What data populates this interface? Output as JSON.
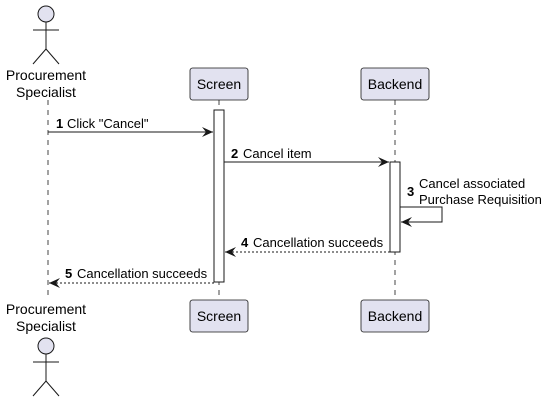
{
  "participants": {
    "actor": {
      "line1": "Procurement",
      "line2": "Specialist"
    },
    "screen": "Screen",
    "backend": "Backend"
  },
  "messages": [
    {
      "num": "1",
      "text": "Click \"Cancel\""
    },
    {
      "num": "2",
      "text": "Cancel item"
    },
    {
      "num": "3",
      "line1": "Cancel associated",
      "line2": "Purchase Requisition"
    },
    {
      "num": "4",
      "text": "Cancellation succeeds"
    },
    {
      "num": "5",
      "text": "Cancellation succeeds"
    }
  ],
  "colors": {
    "participant_fill": "#E2E2F0",
    "participant_border": "#181818",
    "lifeline": "#181818",
    "activation_fill": "#FFFFFF"
  }
}
